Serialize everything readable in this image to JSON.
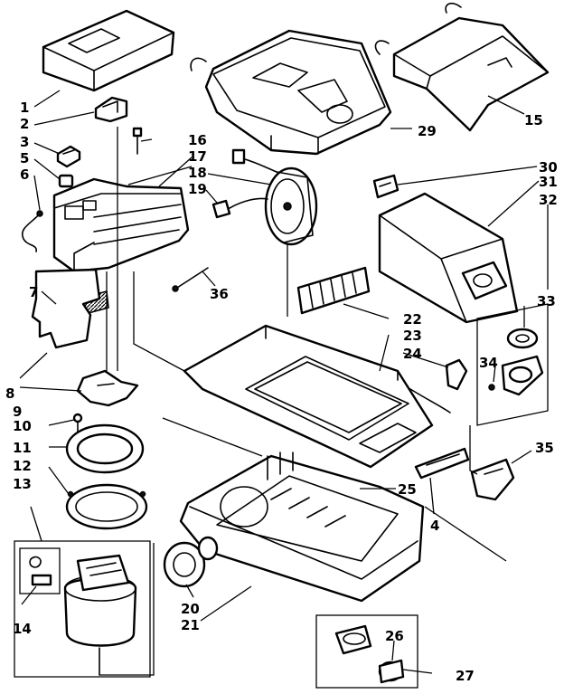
{
  "callouts": [
    {
      "id": "1",
      "text": "1"
    },
    {
      "id": "2",
      "text": "2"
    },
    {
      "id": "3",
      "text": "3"
    },
    {
      "id": "4",
      "text": "4"
    },
    {
      "id": "5",
      "text": "5"
    },
    {
      "id": "6",
      "text": "6"
    },
    {
      "id": "7",
      "text": "7"
    },
    {
      "id": "8",
      "text": "8"
    },
    {
      "id": "9",
      "text": "9"
    },
    {
      "id": "10",
      "text": "10"
    },
    {
      "id": "11",
      "text": "11"
    },
    {
      "id": "12",
      "text": "12"
    },
    {
      "id": "13",
      "text": "13"
    },
    {
      "id": "14",
      "text": "14"
    },
    {
      "id": "15",
      "text": "15"
    },
    {
      "id": "16",
      "text": "16"
    },
    {
      "id": "17",
      "text": "17"
    },
    {
      "id": "18",
      "text": "18"
    },
    {
      "id": "19",
      "text": "19"
    },
    {
      "id": "20",
      "text": "20"
    },
    {
      "id": "21",
      "text": "21"
    },
    {
      "id": "22",
      "text": "22"
    },
    {
      "id": "23",
      "text": "23"
    },
    {
      "id": "24",
      "text": "24"
    },
    {
      "id": "25",
      "text": "25"
    },
    {
      "id": "26",
      "text": "26"
    },
    {
      "id": "27",
      "text": "27"
    },
    {
      "id": "29",
      "text": "29"
    },
    {
      "id": "30",
      "text": "30"
    },
    {
      "id": "31",
      "text": "31"
    },
    {
      "id": "32",
      "text": "32"
    },
    {
      "id": "33",
      "text": "33"
    },
    {
      "id": "34",
      "text": "34"
    },
    {
      "id": "35",
      "text": "35"
    },
    {
      "id": "36",
      "text": "36"
    }
  ]
}
